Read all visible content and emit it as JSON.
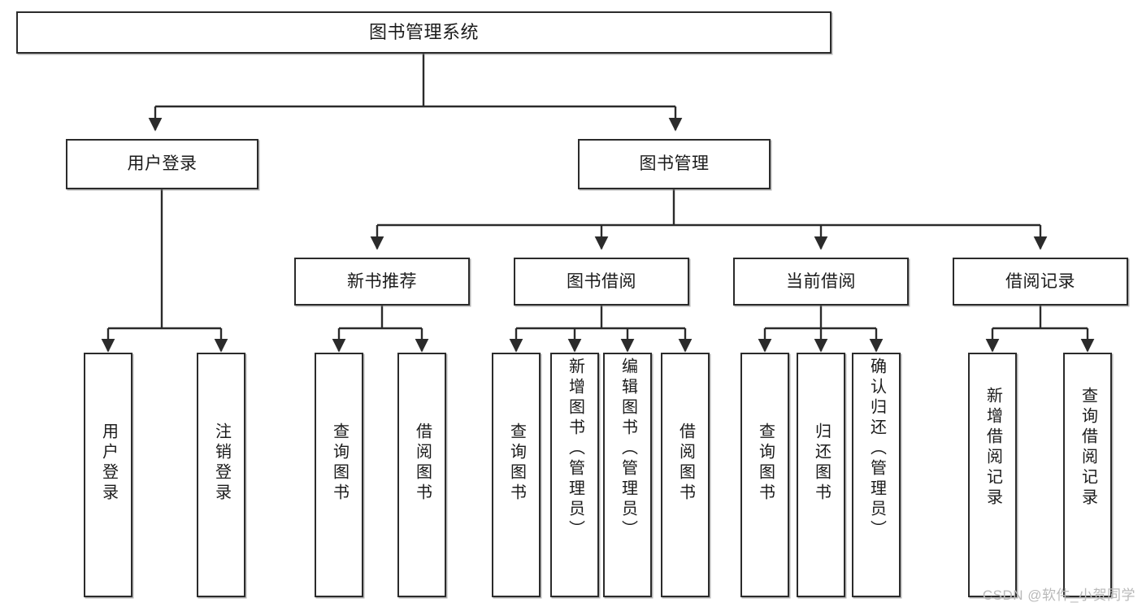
{
  "diagram": {
    "title": "图书管理系统",
    "type": "hierarchy-tree",
    "watermark": "CSDN @软件_小贺同学",
    "colors": {
      "stroke": "#2b2b2b",
      "fill": "#ffffff",
      "text": "#1b1b1b",
      "watermark": "#b9b9b9"
    },
    "root": {
      "label": "图书管理系统"
    },
    "level2": [
      {
        "label": "用户登录"
      },
      {
        "label": "图书管理"
      }
    ],
    "level3": [
      {
        "label": "新书推荐"
      },
      {
        "label": "图书借阅"
      },
      {
        "label": "当前借阅"
      },
      {
        "label": "借阅记录"
      }
    ],
    "leaves": {
      "user_login": [
        {
          "label": "用户登录"
        },
        {
          "label": "注销登录"
        }
      ],
      "new_book_recommend": [
        {
          "label": "查询图书"
        },
        {
          "label": "借阅图书"
        }
      ],
      "book_borrow": [
        {
          "label": "查询图书"
        },
        {
          "label": "新增图书（管理员）"
        },
        {
          "label": "编辑图书（管理员）"
        },
        {
          "label": "借阅图书"
        }
      ],
      "current_borrow": [
        {
          "label": "查询图书"
        },
        {
          "label": "归还图书"
        },
        {
          "label": "确认归还（管理员）"
        }
      ],
      "borrow_record": [
        {
          "label": "新增借阅记录"
        },
        {
          "label": "查询借阅记录"
        }
      ]
    }
  }
}
